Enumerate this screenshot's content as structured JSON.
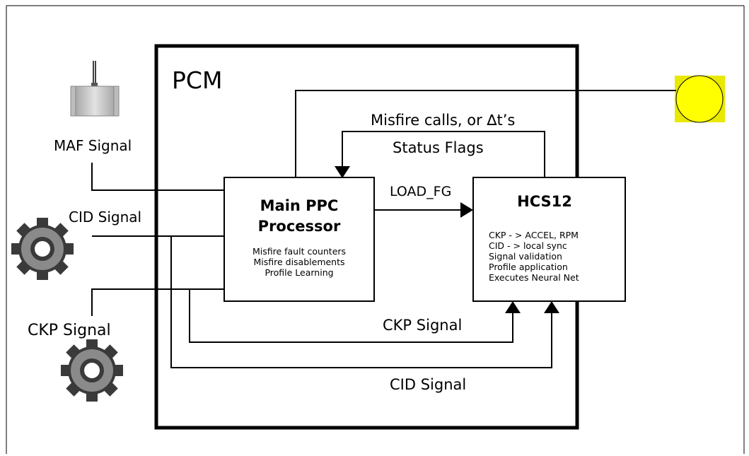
{
  "diagram": {
    "pcm_label": "PCM",
    "maf_signal_label": "MAF Signal",
    "cid_signal_left_label": "CID Signal",
    "ckp_signal_left_label": "CKP Signal",
    "misfire_calls_label": "Misfire calls, or ∆t’s",
    "status_flags_label": "Status Flags",
    "load_fg_label": "LOAD_FG",
    "ckp_signal_bottom_label": "CKP Signal",
    "cid_signal_bottom_label": "CID Signal",
    "main_processor": {
      "title_line1": "Main PPC",
      "title_line2": "Processor",
      "details": [
        "Misfire fault counters",
        "Misfire disablements",
        "Profile Learning"
      ]
    },
    "hcs12": {
      "title": "HCS12",
      "details": [
        "CKP - > ACCEL, RPM",
        "CID - > local sync",
        "Signal validation",
        "Profile application",
        "Executes Neural Net"
      ]
    },
    "indicator_color": "#ffff00",
    "indicator_bg_color": "#e8e800"
  }
}
